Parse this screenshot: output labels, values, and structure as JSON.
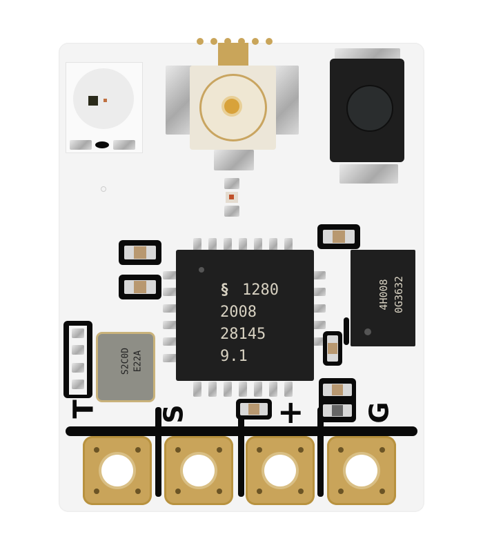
{
  "scene": {
    "subject": "Small white RF receiver printed circuit board",
    "background_color": "#ffffff",
    "board_color": "#f4f4f4",
    "silkscreen_color": "#0a0a0a",
    "gold_pad_color": "#c9a55a"
  },
  "components": {
    "main_chip": {
      "lines": [
        "1280",
        "2008",
        "28145",
        "9.1"
      ],
      "logo": "S-logo"
    },
    "side_chip": {
      "lines": [
        "4H008",
        "0G3632"
      ]
    },
    "crystal": {
      "lines": [
        "S2C0D",
        "E22A"
      ]
    },
    "antenna_connector": "u.fl-connector",
    "rgb_led": "rgb-led",
    "button": "tactile-button"
  },
  "silkscreen_labels": {
    "signal": "S",
    "plus": "+",
    "ground": "G",
    "tx_mark": "T"
  },
  "solder_pads": [
    {
      "label": "pad-1"
    },
    {
      "label": "pad-2"
    },
    {
      "label": "pad-3"
    },
    {
      "label": "pad-4"
    }
  ]
}
